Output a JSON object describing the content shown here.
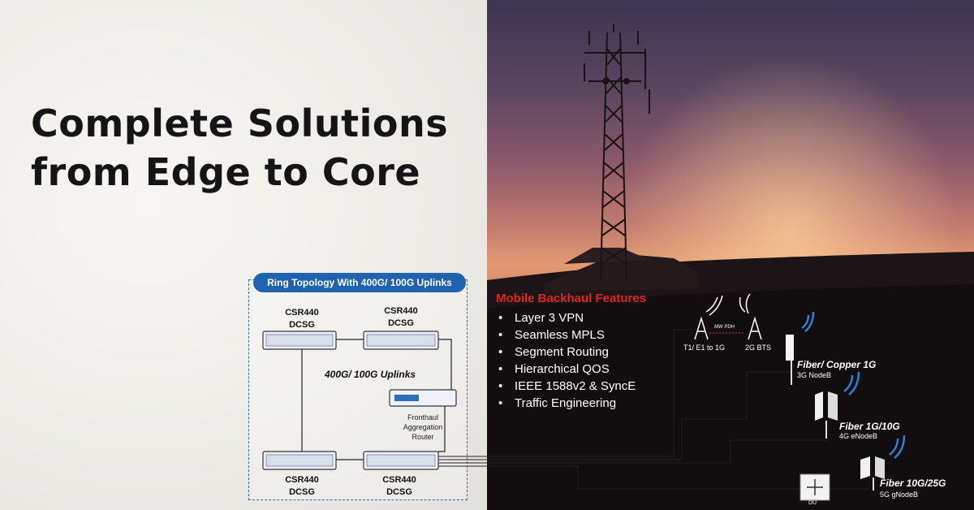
{
  "headline": {
    "line1": "Complete Solutions",
    "line2": "from Edge to Core"
  },
  "ring": {
    "title": "Ring Topology With 400G/ 100G Uplinks",
    "uplinks_label": "400G/ 100G Uplinks",
    "nodes": [
      {
        "model": "CSR440",
        "type": "DCSG"
      },
      {
        "model": "CSR440",
        "type": "DCSG"
      },
      {
        "model": "CSR440",
        "type": "DCSG"
      },
      {
        "model": "CSR440",
        "type": "DCSG"
      }
    ],
    "aggregation": {
      "line1": "Fronthaul",
      "line2": "Aggregation",
      "line3": "Router"
    }
  },
  "features": {
    "title": "Mobile Backhaul Features",
    "items": [
      "Layer 3 VPN",
      "Seamless MPLS",
      "Segment Routing",
      "Hierarchical QOS",
      "IEEE 1588v2 & SyncE",
      "Traffic Engineering"
    ]
  },
  "wireless": {
    "t1_label": "T1/ E1 to 1G",
    "mw_label": "MW PDH",
    "bts_label": "2G BTS",
    "nodeb": {
      "link": "Fiber/ Copper 1G",
      "name": "3G NodeB"
    },
    "enodeb": {
      "link": "Fiber 1G/10G",
      "name": "4G eNodeB"
    },
    "gnodeb": {
      "link": "Fiber 10G/25G",
      "name": "5G gNodeB"
    },
    "du_label": "DU"
  },
  "colors": {
    "accent_blue": "#1f63b0",
    "feature_red": "#e1261c",
    "headline": "#151515"
  }
}
